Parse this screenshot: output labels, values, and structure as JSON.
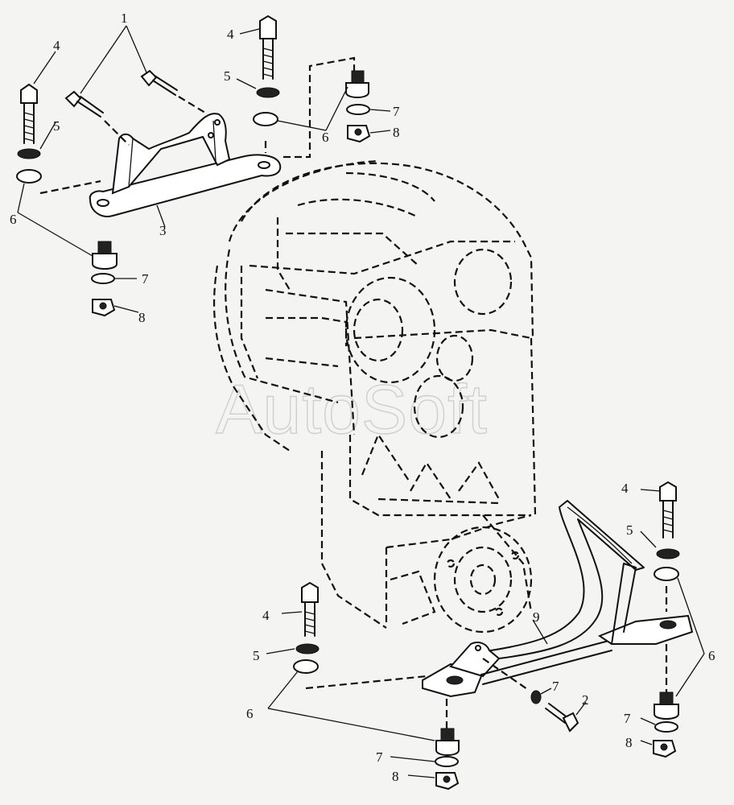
{
  "watermark": "AutoSoft",
  "callouts": {
    "c1": "1",
    "c2": "2",
    "c3": "3",
    "c4a": "4",
    "c4b": "4",
    "c4c": "4",
    "c4d": "4",
    "c5a": "5",
    "c5b": "5",
    "c5c": "5",
    "c5d": "5",
    "c6a": "6",
    "c6b": "6",
    "c6c": "6",
    "c6d": "6",
    "c7a": "7",
    "c7b": "7",
    "c7c": "7",
    "c7d": "7",
    "c7e": "7",
    "c8a": "8",
    "c8b": "8",
    "c8c": "8",
    "c8d": "8",
    "c9": "9"
  }
}
